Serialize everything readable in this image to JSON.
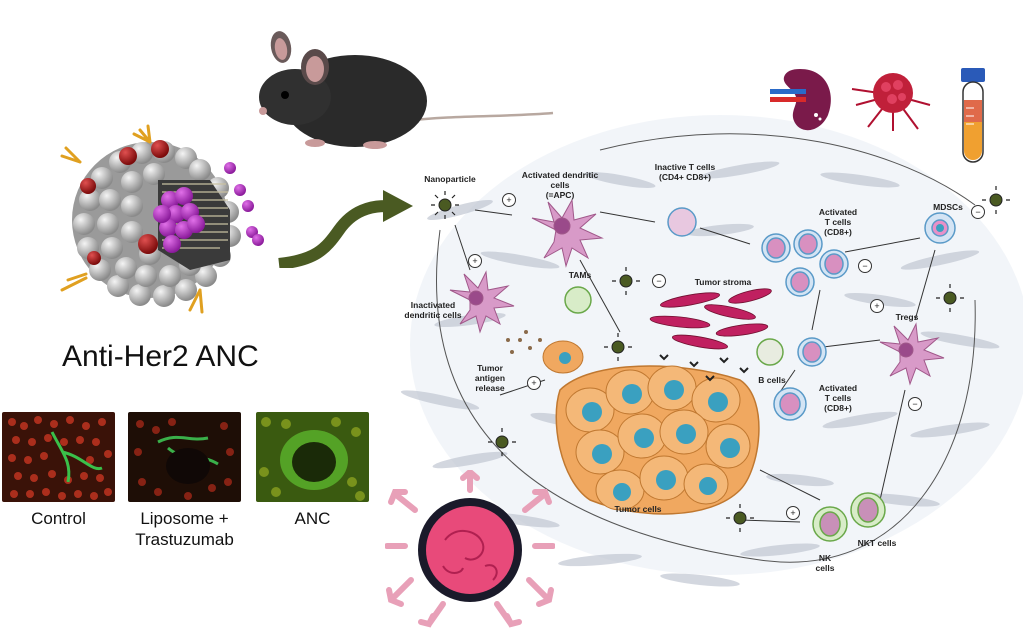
{
  "left": {
    "nanoparticle_caption": "Anti-Her2 ANC",
    "microscopy": [
      {
        "caption_line1": "Control",
        "caption_line2": ""
      },
      {
        "caption_line1": "Liposome +",
        "caption_line2": "Trastuzumab"
      },
      {
        "caption_line1": "ANC",
        "caption_line2": ""
      }
    ]
  },
  "diagram": {
    "labels": {
      "nanoparticle": "Nanoparticle",
      "activated_dc_1": "Activated dendritic",
      "activated_dc_2": "cells",
      "activated_dc_3": "(=APC)",
      "inactive_t_1": "Inactive T cells",
      "inactive_t_2": "(CD4+ CD8+)",
      "activated_t_top_1": "Activated",
      "activated_t_top_2": "T cells",
      "activated_t_top_3": "(CD8+)",
      "mdscs": "MDSCs",
      "tams": "TAMs",
      "tumor_stroma": "Tumor stroma",
      "inactivated_dc_1": "Inactivated",
      "inactivated_dc_2": "dendritic cells",
      "tregs": "Tregs",
      "tumor_antigen_1": "Tumor",
      "tumor_antigen_2": "antigen",
      "tumor_antigen_3": "release",
      "b_cells": "B cells",
      "activated_t_bottom_1": "Activated",
      "activated_t_bottom_2": "T cells",
      "activated_t_bottom_3": "(CD8+)",
      "tumor_cells": "Tumor cells",
      "nkt_cells": "NKT cells",
      "nk_cells_1": "NK",
      "nk_cells_2": "cells"
    },
    "signs": {
      "plus": "+",
      "minus": "−"
    }
  },
  "colors": {
    "arrow": "#4a5a22",
    "tumor_cell": "#f0a860",
    "tumor_nucleus": "#3aa0c0",
    "dc": "#d89ac8",
    "organ_red": "#c0203a",
    "stroma": "#b8c4d8"
  },
  "icons": [
    "mouse-image",
    "nanoparticle-sphere-icon",
    "kidney-icon",
    "tumor-icon",
    "blood-tube-icon",
    "nanocarrier-icon",
    "curved-arrow-icon"
  ]
}
